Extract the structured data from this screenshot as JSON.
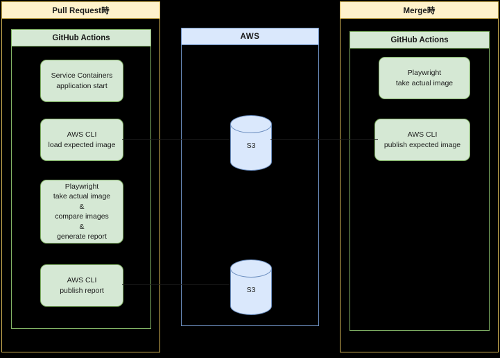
{
  "diagram": {
    "background": "#000000",
    "colors": {
      "lane_header_fill": "#fff2cc",
      "lane_border": "#d6b656",
      "gha_fill": "#d5e8d4",
      "gha_border": "#82b366",
      "aws_fill": "#dae8fc",
      "aws_border": "#6c8ebf",
      "text": "#1a1a1a"
    }
  },
  "lanes": [
    {
      "id": "pull-request",
      "title": "Pull Request時",
      "container": {
        "title": "GitHub Actions",
        "steps": [
          {
            "id": "service-containers",
            "label": "Service Containers\napplication start"
          },
          {
            "id": "aws-cli-load-expected",
            "label": "AWS CLI\nload expected image"
          },
          {
            "id": "playwright-compare",
            "label": "Playwright\ntake actual image\n&\ncompare images\n&\ngenerate report"
          },
          {
            "id": "aws-cli-publish-report",
            "label": "AWS CLI\npublish report"
          }
        ]
      }
    },
    {
      "id": "merge",
      "title": "Merge時",
      "container": {
        "title": "GitHub Actions",
        "steps": [
          {
            "id": "playwright-take-actual",
            "label": "Playwright\ntake actual image"
          },
          {
            "id": "aws-cli-publish-expected",
            "label": "AWS CLI\npublish expected image"
          }
        ]
      }
    }
  ],
  "aws": {
    "title": "AWS",
    "stores": [
      {
        "id": "s3-expected",
        "label": "S3"
      },
      {
        "id": "s3-report",
        "label": "S3"
      }
    ]
  }
}
